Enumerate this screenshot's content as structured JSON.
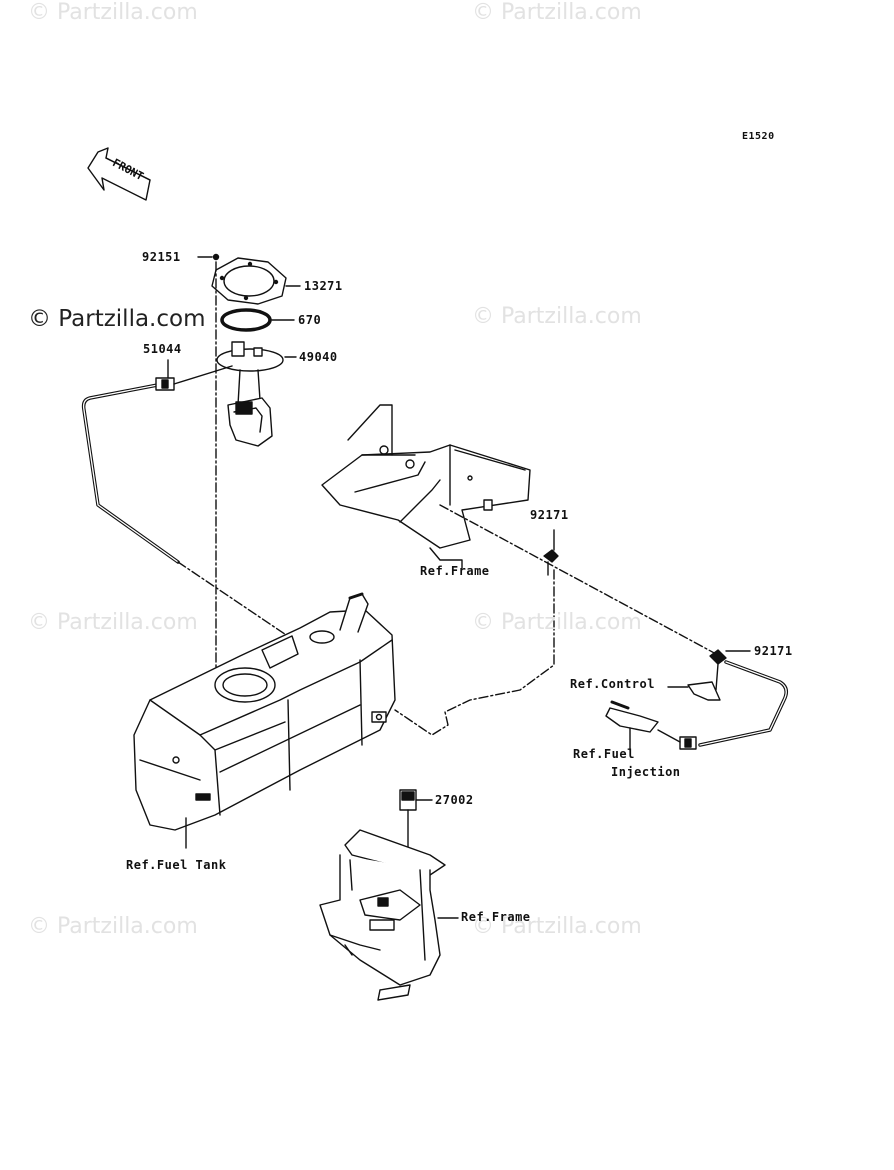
{
  "diagram_code": "E1520",
  "front_arrow_text": "FRONT",
  "watermarks": {
    "top_left": "© Partzilla.com",
    "top_right": "© Partzilla.com",
    "mid_left": "© Partzilla.com",
    "mid_right": "© Partzilla.com",
    "low_left": "© Partzilla.com",
    "low_right": "© Partzilla.com",
    "bottom_left": "© Partzilla.com",
    "bottom_right": "© Partzilla.com"
  },
  "parts": {
    "p92151": "92151",
    "p13271": "13271",
    "p670": "670",
    "p51044": "51044",
    "p49040": "49040",
    "p92171_a": "92171",
    "p92171_b": "92171",
    "p27002": "27002"
  },
  "refs": {
    "frame_upper": "Ref.Frame",
    "control": "Ref.Control",
    "fuel_injection_1": "Ref.Fuel",
    "fuel_injection_2": "Injection",
    "fuel_tank": "Ref.Fuel Tank",
    "frame_lower": "Ref.Frame"
  }
}
